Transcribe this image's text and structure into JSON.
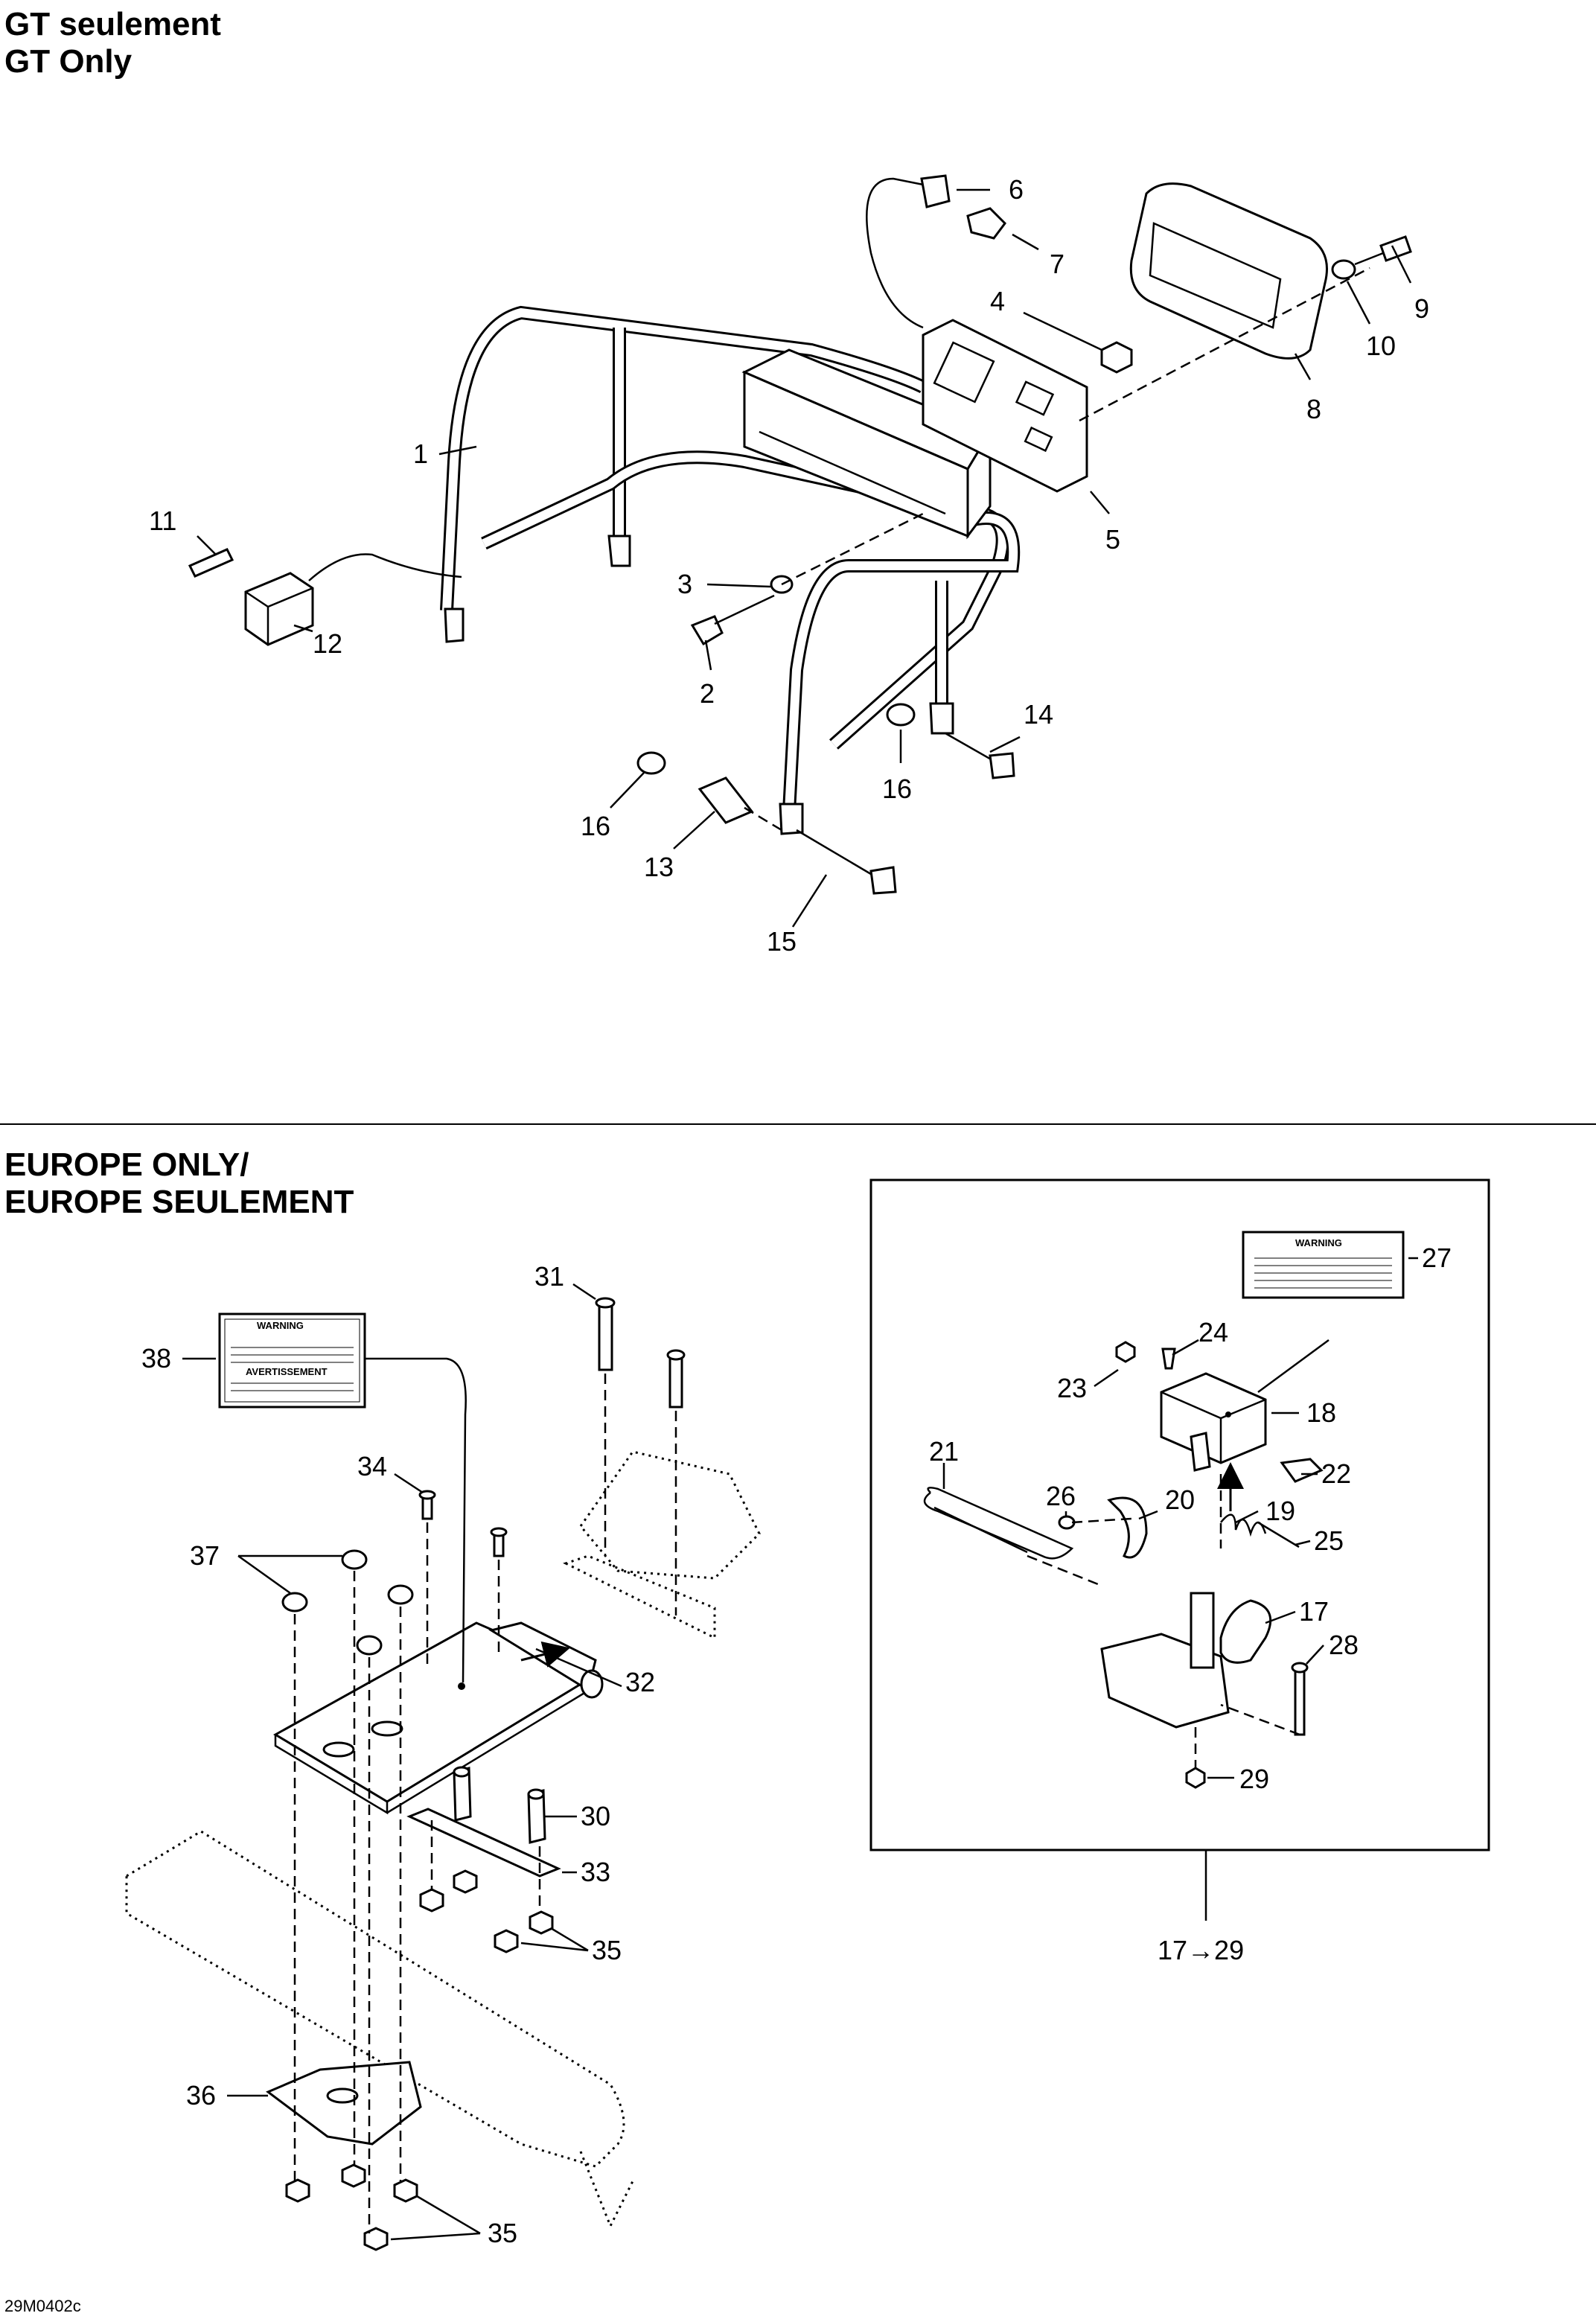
{
  "sections": {
    "gt": {
      "title_fr": "GT seulement",
      "title_en": "GT Only"
    },
    "europe": {
      "title_line1": "EUROPE ONLY/",
      "title_line2": "EUROPE SEULEMENT"
    }
  },
  "kit_range": "17→29",
  "diagram_code": "29M0402c",
  "decals": {
    "d38": {
      "warning": "WARNING",
      "avert": "AVERTISSEMENT"
    },
    "d27": {
      "warning": "WARNING"
    }
  },
  "callouts": {
    "c1": "1",
    "c2": "2",
    "c3": "3",
    "c4": "4",
    "c5": "5",
    "c6": "6",
    "c7": "7",
    "c8": "8",
    "c9": "9",
    "c10": "10",
    "c11": "11",
    "c12": "12",
    "c13": "13",
    "c14": "14",
    "c15": "15",
    "c16a": "16",
    "c16b": "16",
    "c17": "17",
    "c18": "18",
    "c19": "19",
    "c20": "20",
    "c21": "21",
    "c22": "22",
    "c23": "23",
    "c24": "24",
    "c25": "25",
    "c26": "26",
    "c27": "27",
    "c28": "28",
    "c29": "29",
    "c30": "30",
    "c31": "31",
    "c32": "32",
    "c33": "33",
    "c34": "34",
    "c35a": "35",
    "c35b": "35",
    "c36": "36",
    "c37": "37",
    "c38": "38"
  }
}
